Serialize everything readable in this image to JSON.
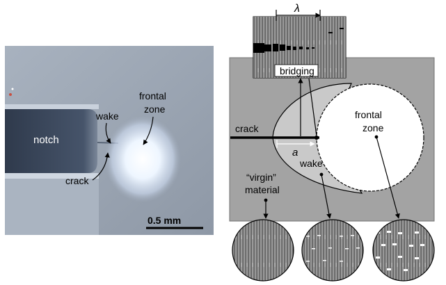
{
  "photo": {
    "labels": {
      "notch": "notch",
      "wake": "wake",
      "crack": "crack",
      "frontal_line1": "frontal",
      "frontal_line2": "zone"
    },
    "scale_bar": "0.5 mm"
  },
  "schematic": {
    "labels": {
      "lambda": "λ",
      "bridging": "bridging",
      "crack": "crack",
      "a": "a",
      "frontal_line1": "frontal",
      "frontal_line2": "zone",
      "wake": "wake",
      "virgin_line1": "“virgin”",
      "virgin_line2": "material"
    }
  },
  "colors": {
    "plate": "#a3a3a3",
    "wake_region": "#c9c9c9",
    "frontal_zone": "#ffffff",
    "fiber": "#9a9a9a",
    "fiber_line": "#4a4a4a",
    "crack": "#000000",
    "photo_bg": "#9ca6b2",
    "glow": "#eef6ff"
  }
}
